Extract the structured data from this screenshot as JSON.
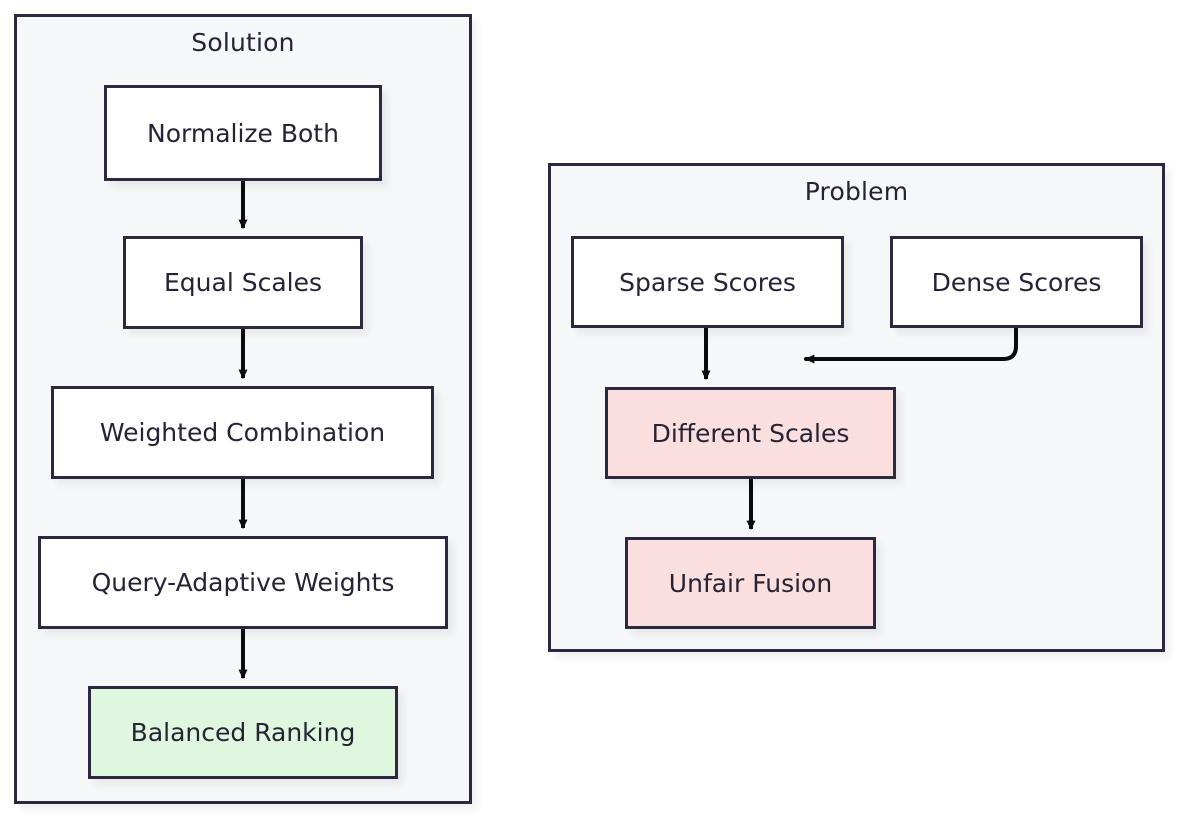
{
  "diagram": {
    "type": "flowchart",
    "direction": "top-to-bottom",
    "background_color": "#ffffff",
    "subgraph_fill": "#f6f7f9",
    "stroke_color": "#2b2840",
    "text_color": "#262336",
    "accent_problem_color": "#fbdede",
    "accent_solution_color": "#e0f7df",
    "subgraphs": [
      {
        "id": "solution",
        "title": "Solution",
        "nodes": [
          {
            "id": "normalize-both",
            "label": "Normalize Both",
            "fill": "white"
          },
          {
            "id": "equal-scales",
            "label": "Equal Scales",
            "fill": "white"
          },
          {
            "id": "weighted-combination",
            "label": "Weighted Combination",
            "fill": "white"
          },
          {
            "id": "query-adaptive",
            "label": "Query-Adaptive Weights",
            "fill": "white"
          },
          {
            "id": "balanced-ranking",
            "label": "Balanced Ranking",
            "fill": "#e0f7df"
          }
        ],
        "edges": [
          {
            "from": "normalize-both",
            "to": "equal-scales"
          },
          {
            "from": "equal-scales",
            "to": "weighted-combination"
          },
          {
            "from": "weighted-combination",
            "to": "query-adaptive"
          },
          {
            "from": "query-adaptive",
            "to": "balanced-ranking"
          }
        ]
      },
      {
        "id": "problem",
        "title": "Problem",
        "nodes": [
          {
            "id": "sparse-scores",
            "label": "Sparse Scores",
            "fill": "white"
          },
          {
            "id": "dense-scores",
            "label": "Dense Scores",
            "fill": "white"
          },
          {
            "id": "different-scales",
            "label": "Different Scales",
            "fill": "#fbdede"
          },
          {
            "id": "unfair-fusion",
            "label": "Unfair Fusion",
            "fill": "#fbdede"
          }
        ],
        "edges": [
          {
            "from": "sparse-scores",
            "to": "different-scales"
          },
          {
            "from": "dense-scores",
            "to": "different-scales"
          },
          {
            "from": "different-scales",
            "to": "unfair-fusion"
          }
        ]
      }
    ]
  }
}
